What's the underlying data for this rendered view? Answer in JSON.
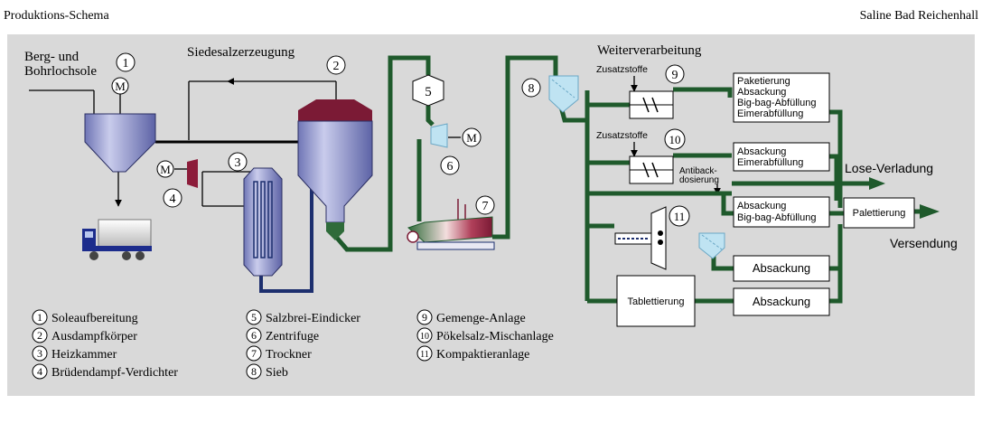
{
  "header": {
    "left_title": "Produktions-Schema",
    "right_title": "Saline Bad Reichenhall"
  },
  "labels": {
    "berg_line1": "Berg- und",
    "berg_line2": "Bohrlochsole",
    "siedesalz": "Siedesalzerzeugung",
    "weiterverarbeitung": "Weiterverarbeitung",
    "zusatzstoffe_1": "Zusatzstoffe",
    "zusatzstoffe_2": "Zusatzstoffe",
    "antiback_line1": "Antiback-",
    "antiback_line2": "dosierung",
    "lose_verladung": "Lose-Verladung",
    "versendung": "Versendung",
    "motor": "M"
  },
  "boxes": {
    "box1_line1": "Paketierung",
    "box1_line2": "Absackung",
    "box1_line3": "Big-bag-Abfüllung",
    "box1_line4": "Eimerabfüllung",
    "box2_line1": "Absackung",
    "box2_line2": "Eimerabfüllung",
    "box3_line1": "Absackung",
    "box3_line2": "Big-bag-Abfüllung",
    "palettierung": "Palettierung",
    "absackung_a": "Absackung",
    "absackung_b": "Absackung",
    "tablettierung": "Tablettierung"
  },
  "markers": [
    "1",
    "2",
    "3",
    "4",
    "5",
    "6",
    "7",
    "8",
    "9",
    "10",
    "11"
  ],
  "legend": [
    {
      "num": "1",
      "text": "Soleaufbereitung"
    },
    {
      "num": "2",
      "text": "Ausdampfkörper"
    },
    {
      "num": "3",
      "text": "Heizkammer"
    },
    {
      "num": "4",
      "text": "Brüdendampf-Verdichter"
    },
    {
      "num": "5",
      "text": "Salzbrei-Eindicker"
    },
    {
      "num": "6",
      "text": "Zentrifuge"
    },
    {
      "num": "7",
      "text": "Trockner"
    },
    {
      "num": "8",
      "text": "Sieb"
    },
    {
      "num": "9",
      "text": "Gemenge-Anlage"
    },
    {
      "num": "10",
      "text": "Pökelsalz-Mischanlage"
    },
    {
      "num": "11",
      "text": "Kompaktieranlage"
    }
  ],
  "colors": {
    "panel": "#d9d9d9",
    "pipe_green": "#1f5a2c",
    "pipe_blue": "#1d2f6e",
    "vessel": "#8a8fc7",
    "vessel_top": "#7b1a35",
    "compressor": "#8c1c3a",
    "truck_blue": "#1c2c8c",
    "sieve": "#bfe3f2"
  }
}
